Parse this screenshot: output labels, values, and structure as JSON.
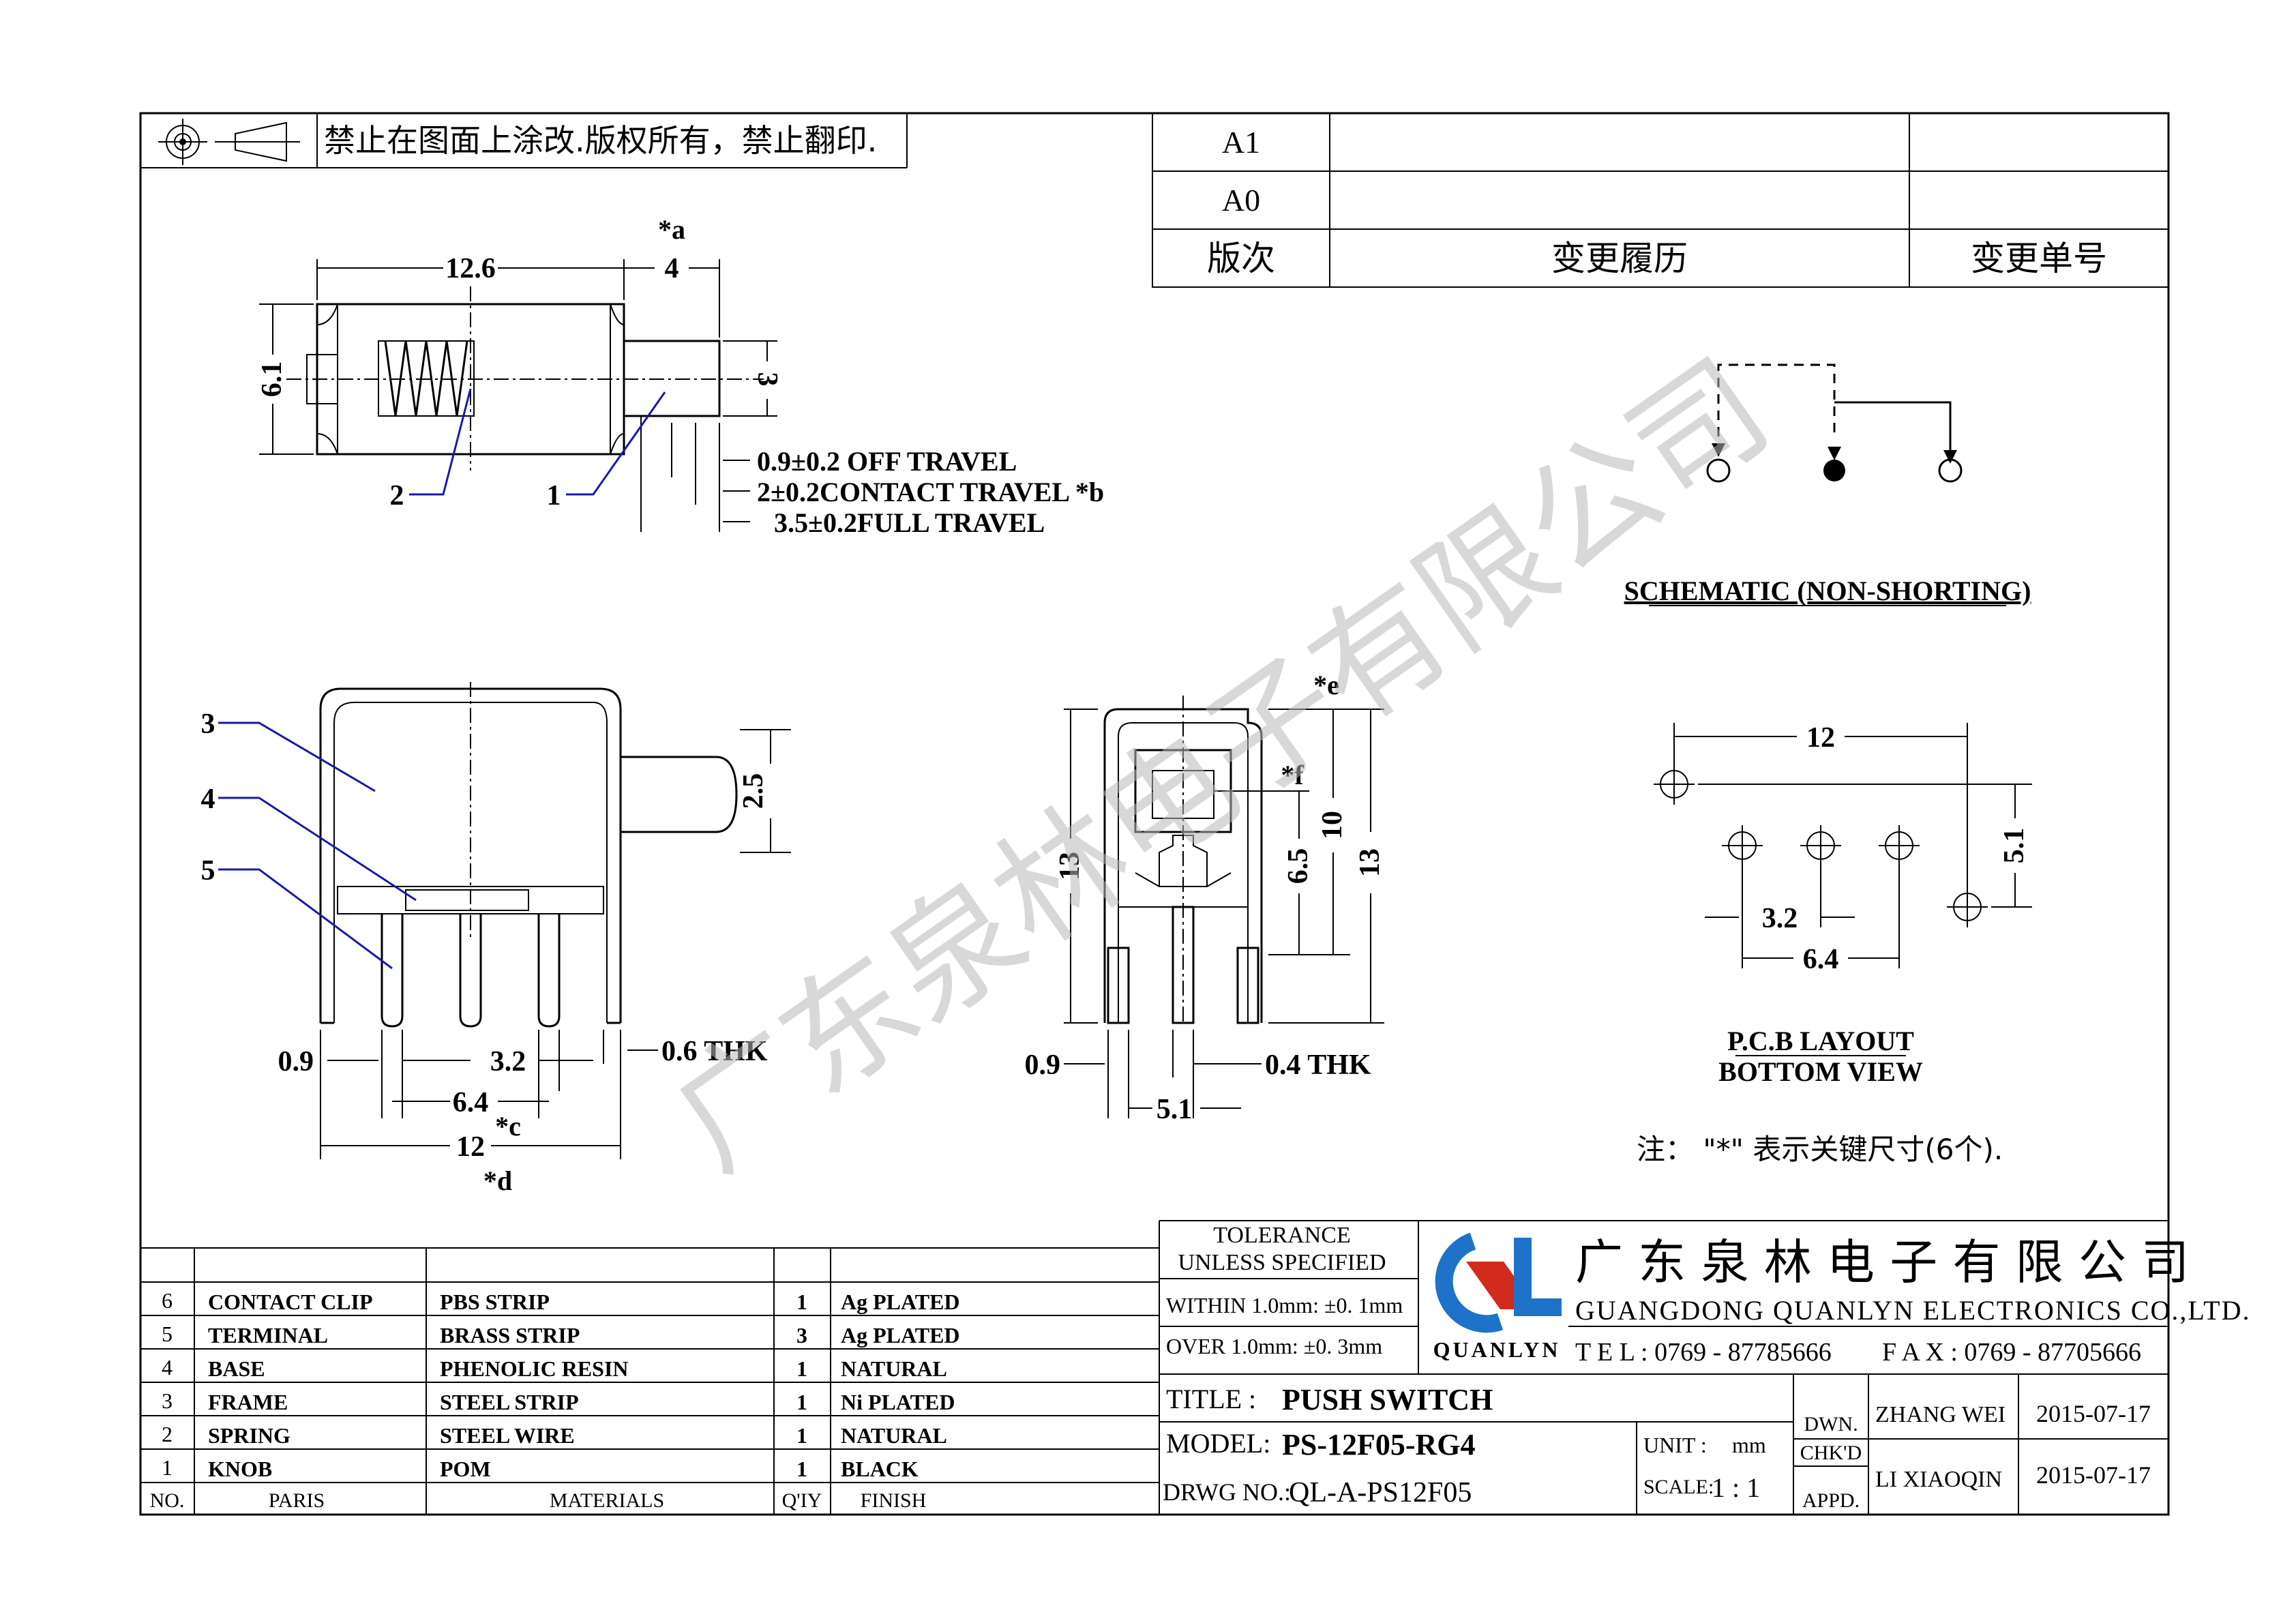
{
  "header": {
    "copyright_notice": "禁止在图面上涂改.版权所有，禁止翻印.",
    "revisions": [
      {
        "rev": "A1",
        "history": "",
        "number": ""
      },
      {
        "rev": "A0",
        "history": "",
        "number": ""
      }
    ],
    "rev_header": {
      "rev": "版次",
      "history": "变更履历",
      "number": "变更单号"
    }
  },
  "top_view": {
    "dim_length": "12.6",
    "dim_knob": "4",
    "key_a": "*a",
    "dim_height": "6.1",
    "dim_knob_dia": "3",
    "callout_2": "2",
    "callout_1": "1",
    "travel_off": "0.9±0.2  OFF  TRAVEL",
    "travel_contact": "2±0.2CONTACT  TRAVEL *b",
    "travel_full": "3.5±0.2FULL  TRAVEL"
  },
  "front_view": {
    "callout_3": "3",
    "callout_4": "4",
    "callout_5": "5",
    "dim_knob": "2.5",
    "dim_pin": "0.9",
    "dim_pitch": "3.2",
    "dim_thk": "0.6  THK",
    "dim_span": "6.4",
    "key_c": "*c",
    "dim_width": "12",
    "key_d": "*d"
  },
  "side_view": {
    "key_e": "*e",
    "key_f": "*f",
    "dim_10": "10",
    "dim_13_right": "13",
    "dim_13_left": "13",
    "dim_6_5": "6.5",
    "dim_pin": "0.9",
    "dim_thk": "0.4  THK",
    "dim_5_1": "5.1"
  },
  "schematic": {
    "title": "SCHEMATIC (NON-SHORTING)"
  },
  "pcb_layout": {
    "dim_12": "12",
    "dim_5_1": "5.1",
    "dim_3_2": "3.2",
    "dim_6_4": "6.4",
    "title_1": "P.C.B  LAYOUT",
    "title_2": "BOTTOM  VIEW"
  },
  "note": "注：  \"*\"   表示关键尺寸(6个).",
  "watermark": "广东泉林电子有限公司",
  "bom": {
    "headers": {
      "no": "NO.",
      "part": "PARIS",
      "material": "MATERIALS",
      "qty": "Q'IY",
      "finish": "FINISH"
    },
    "rows": [
      {
        "no": "6",
        "part": "CONTACT  CLIP",
        "material": "PBS  STRIP",
        "qty": "1",
        "finish": "Ag  PLATED"
      },
      {
        "no": "5",
        "part": "TERMINAL",
        "material": "BRASS  STRIP",
        "qty": "3",
        "finish": "Ag  PLATED"
      },
      {
        "no": "4",
        "part": "BASE",
        "material": "PHENOLIC  RESIN",
        "qty": "1",
        "finish": "NATURAL"
      },
      {
        "no": "3",
        "part": "FRAME",
        "material": "STEEL  STRIP",
        "qty": "1",
        "finish": "Ni  PLATED"
      },
      {
        "no": "2",
        "part": "SPRING",
        "material": "STEEL  WIRE",
        "qty": "1",
        "finish": "NATURAL"
      },
      {
        "no": "1",
        "part": "KNOB",
        "material": "POM",
        "qty": "1",
        "finish": "BLACK"
      }
    ]
  },
  "title_block": {
    "tolerance_1": "TOLERANCE",
    "tolerance_2": "UNLESS  SPECIFIED",
    "within": "WITHIN  1.0mm: ±0. 1mm",
    "over": "OVER  1.0mm:   ±0. 3mm",
    "logo_text": "QUANLYN",
    "company_cn": "广 东 泉 林 电 子 有 限 公 司",
    "company_en": "GUANGDONG  QUANLYN  ELECTRONICS  CO.,LTD.",
    "tel": "T E L : 0769 - 87785666",
    "fax": "F A X : 0769 - 87705666",
    "title_label": "TITLE :",
    "title_value": "PUSH  SWITCH",
    "model_label": "MODEL:",
    "model_value": "PS-12F05-RG4",
    "drwg_label": "DRWG  NO.:",
    "drwg_value": "QL-A-PS12F05",
    "unit_label": "UNIT :",
    "unit_value": "mm",
    "scale_label": "SCALE:",
    "scale_value": "1 : 1",
    "dwn_label": "DWN.",
    "chkd_label": "CHK'D",
    "appd_label": "APPD.",
    "drawn_by": "ZHANG  WEI",
    "drawn_date": "2015-07-17",
    "checked_by": "LI  XIAOQIN",
    "checked_date": "2015-07-17"
  },
  "colors": {
    "logo_blue": "#1e73c8",
    "logo_red": "#d32a1e",
    "callout_blue": "#1a1aa8"
  }
}
